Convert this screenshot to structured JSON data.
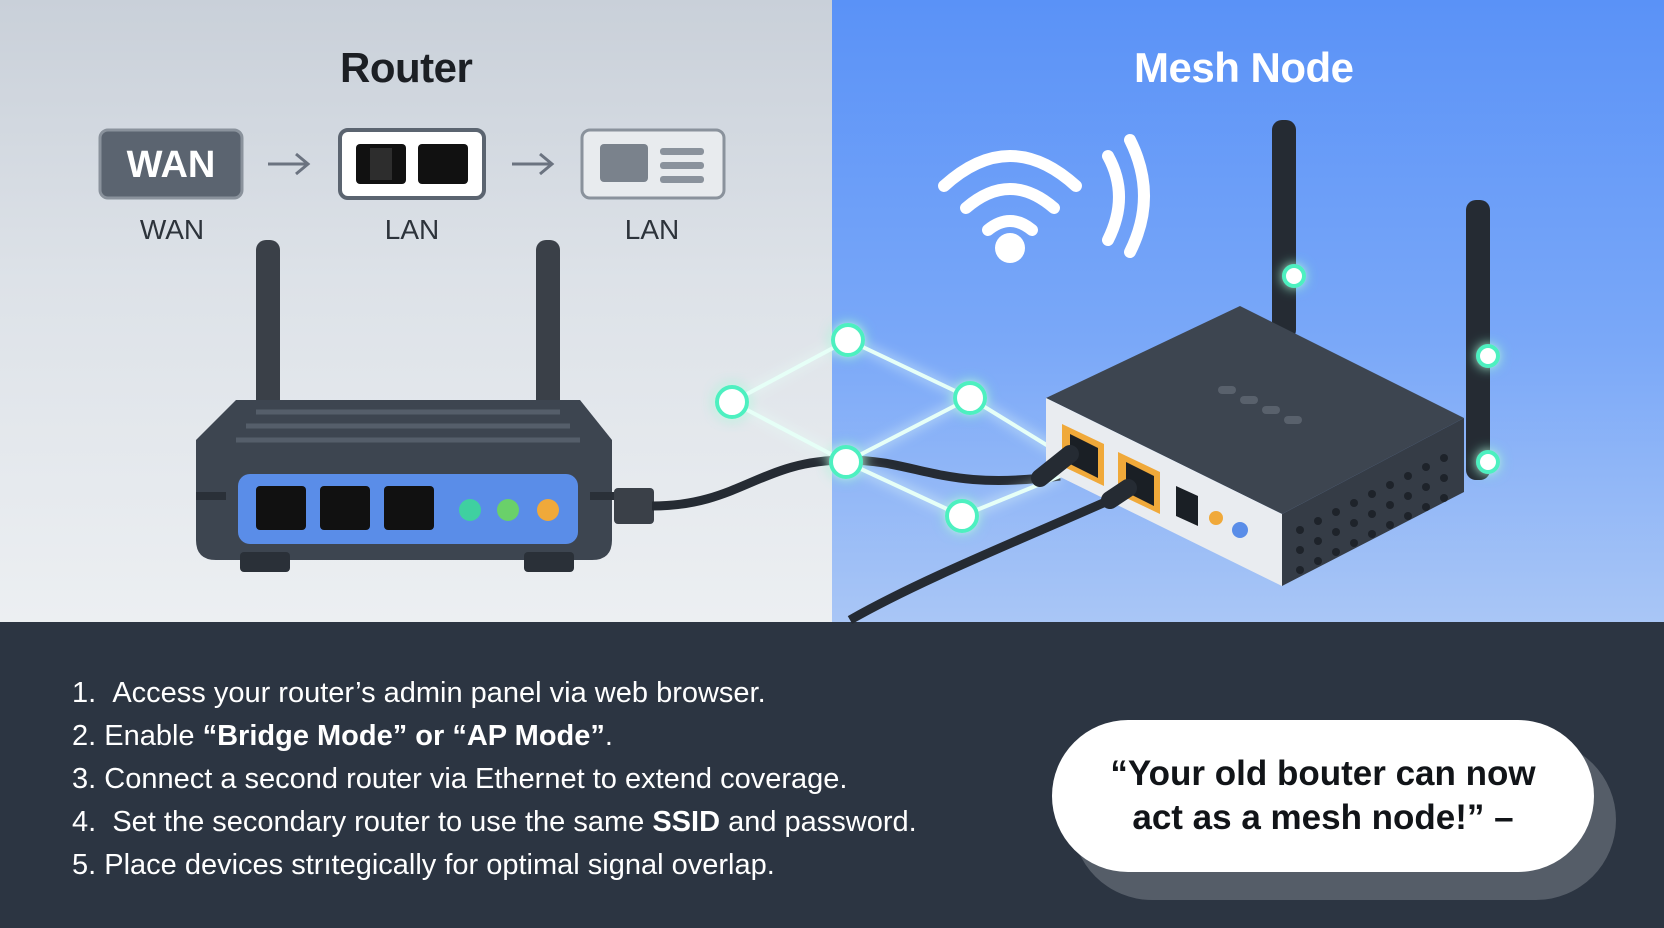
{
  "left_panel": {
    "title": "Router",
    "wan_badge": "WAN",
    "labels": [
      "WAN",
      "LAN",
      "LAN"
    ]
  },
  "right_panel": {
    "title": "Mesh Node"
  },
  "steps": [
    {
      "number": "1.",
      "pre": "Access your router’s admin panel via web browser.",
      "bold": "",
      "post": ""
    },
    {
      "number": "2.",
      "pre": "Enable ",
      "bold": "“Bridge Mode” or “AP Mode”",
      "post": "."
    },
    {
      "number": "3.",
      "pre": "Connect a second router via Ethernet to extend coverage.",
      "bold": "",
      "post": ""
    },
    {
      "number": "4.",
      "pre": "Set the secondary router to use the same ",
      "bold": "SSID",
      "post": " and password."
    },
    {
      "number": "5.",
      "pre": "Place devices strıtegically for optimal signal overlap.",
      "bold": "",
      "post": ""
    }
  ],
  "quote": "“Your old bouter can now act as a mesh node!” –",
  "colors": {
    "accent_blue": "#5a92f7",
    "glow_green": "#4df0c0",
    "dark_bg": "#2c3542",
    "port_orange": "#f0a93a"
  },
  "icons": [
    "wan-badge-icon",
    "arrow-right-icon",
    "lan-port-icon",
    "lan-port-outline-icon",
    "wifi-icon",
    "router-icon",
    "mesh-node-icon",
    "mesh-network-icon",
    "ethernet-cable-icon"
  ]
}
